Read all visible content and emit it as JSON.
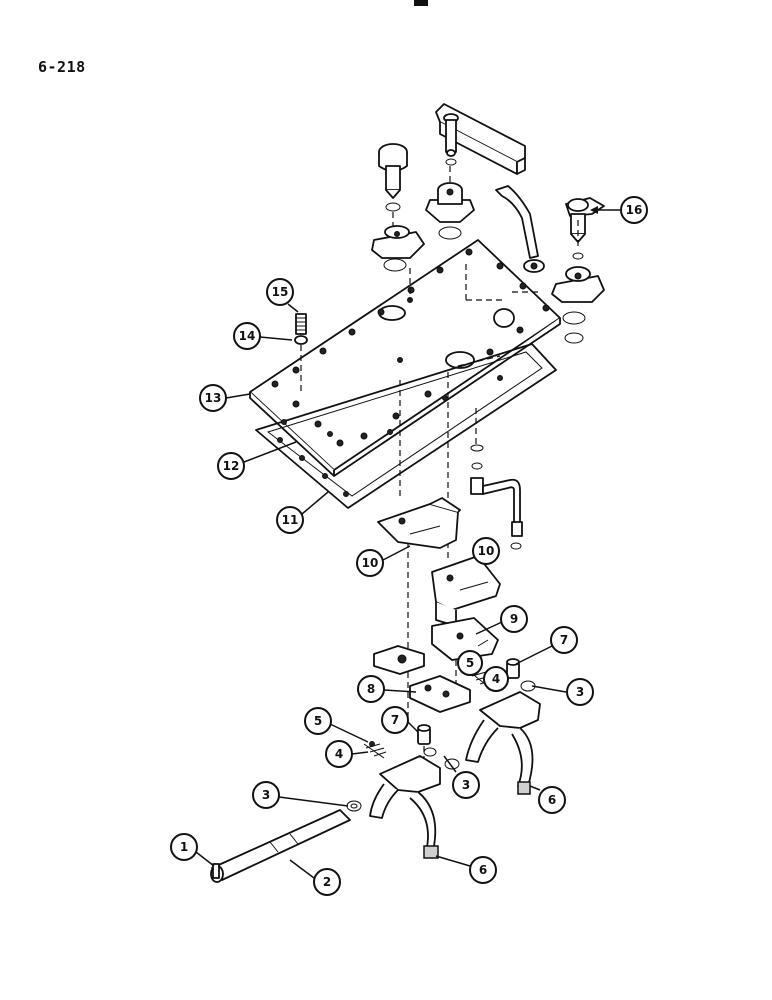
{
  "page": {
    "number": "6-218"
  },
  "callouts": [
    {
      "id": "c1",
      "label": "1"
    },
    {
      "id": "c2",
      "label": "2"
    },
    {
      "id": "c3a",
      "label": "3"
    },
    {
      "id": "c3b",
      "label": "3"
    },
    {
      "id": "c3c",
      "label": "3"
    },
    {
      "id": "c4a",
      "label": "4"
    },
    {
      "id": "c4b",
      "label": "4"
    },
    {
      "id": "c5a",
      "label": "5"
    },
    {
      "id": "c5b",
      "label": "5"
    },
    {
      "id": "c6a",
      "label": "6"
    },
    {
      "id": "c6b",
      "label": "6"
    },
    {
      "id": "c7a",
      "label": "7"
    },
    {
      "id": "c7b",
      "label": "7"
    },
    {
      "id": "c8",
      "label": "8"
    },
    {
      "id": "c9",
      "label": "9"
    },
    {
      "id": "c10a",
      "label": "10"
    },
    {
      "id": "c10b",
      "label": "10"
    },
    {
      "id": "c11",
      "label": "11"
    },
    {
      "id": "c12",
      "label": "12"
    },
    {
      "id": "c13",
      "label": "13"
    },
    {
      "id": "c14",
      "label": "14"
    },
    {
      "id": "c15",
      "label": "15"
    },
    {
      "id": "c16",
      "label": "16"
    }
  ]
}
